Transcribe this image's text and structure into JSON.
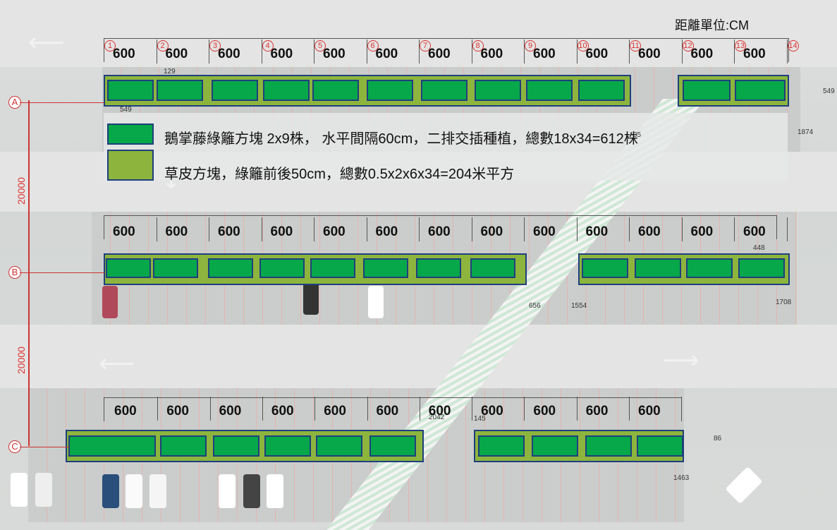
{
  "unit_label": "距離單位:CM",
  "legend": [
    {
      "text": "鵝掌藤綠籬方塊 2x9株， 水平間隔60cm，二排交插種植，總數18x34=612株",
      "color": "#07a84a"
    },
    {
      "text": "草皮方塊，綠籬前後50cm，總數0.5x2x6x34=204米平方",
      "color": "#8db53e"
    }
  ],
  "rows": {
    "row1": {
      "labels": [
        "600",
        "600",
        "600",
        "600",
        "600",
        "600",
        "600",
        "600",
        "600",
        "600",
        "600",
        "600",
        "600"
      ],
      "numbers": [
        "1",
        "2",
        "3",
        "4",
        "5",
        "6",
        "7",
        "8",
        "9",
        "10",
        "11",
        "12",
        "13",
        "14"
      ]
    },
    "row2": {
      "labels": [
        "600",
        "600",
        "600",
        "600",
        "600",
        "600",
        "600",
        "600",
        "600",
        "600",
        "600",
        "600",
        "600"
      ]
    },
    "row3": {
      "labels": [
        "600",
        "600",
        "600",
        "600",
        "600",
        "600",
        "600",
        "600",
        "600",
        "600",
        "600"
      ]
    }
  },
  "axes": [
    "A",
    "B",
    "C"
  ],
  "vertical_dims": [
    "20000",
    "20000"
  ],
  "small_dims": [
    "129",
    "549",
    "35",
    "1874",
    "549",
    "448",
    "656",
    "1554",
    "1708",
    "2042",
    "145",
    "86",
    "1463"
  ]
}
